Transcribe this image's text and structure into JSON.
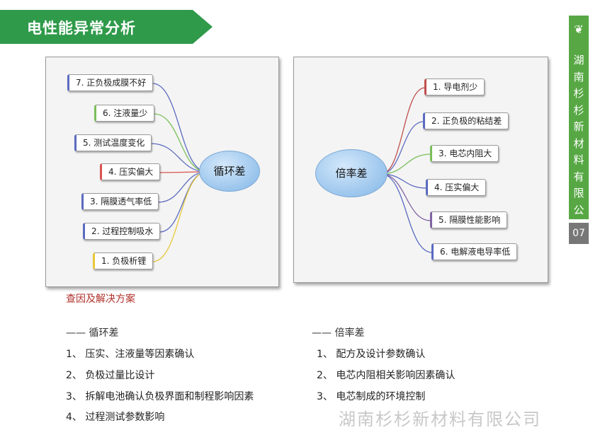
{
  "title": "电性能异常分析",
  "sidebar": {
    "logo_glyph": "❦",
    "company_name": "湖南杉杉新材料有限公司",
    "page_number": "07"
  },
  "left_diagram": {
    "center": "循环差",
    "nodes": [
      {
        "label": "7. 正负极成膜不好",
        "color": "#5b6bc0"
      },
      {
        "label": "6. 注液量少",
        "color": "#7bbf5a"
      },
      {
        "label": "5. 测试温度变化",
        "color": "#5b6bc0"
      },
      {
        "label": "4. 压实偏大",
        "color": "#d9534f"
      },
      {
        "label": "3. 隔膜透气率低",
        "color": "#5b6bc0"
      },
      {
        "label": "2. 过程控制吸水",
        "color": "#5b6bc0"
      },
      {
        "label": "1. 负极析锂",
        "color": "#e8c93a"
      }
    ]
  },
  "right_diagram": {
    "center": "倍率差",
    "nodes": [
      {
        "label": "1. 导电剂少",
        "color": "#c0504d"
      },
      {
        "label": "2. 正负极的粘结差",
        "color": "#5b6bc0"
      },
      {
        "label": "3. 电芯内阻大",
        "color": "#7bbf5a"
      },
      {
        "label": "4. 压实偏大",
        "color": "#5b6bc0"
      },
      {
        "label": "5. 隔膜性能影响",
        "color": "#8064a2"
      },
      {
        "label": "6. 电解液电导率低",
        "color": "#5b6bc0"
      }
    ]
  },
  "solutions": {
    "heading": "查因及解决方案",
    "left": {
      "title": "—— 循环差",
      "items": [
        "1、 压实、注液量等因素确认",
        "2、 负极过量比设计",
        "3、 拆解电池确认负极界面和制程影响因素",
        "4、 过程测试参数影响"
      ]
    },
    "right": {
      "title": "—— 倍率差",
      "items": [
        "1、  配方及设计参数确认",
        "2、  电芯内阻相关影响因素确认",
        "3、  电芯制成的环境控制"
      ]
    }
  },
  "watermark": "湖南杉杉新材料有限公司"
}
